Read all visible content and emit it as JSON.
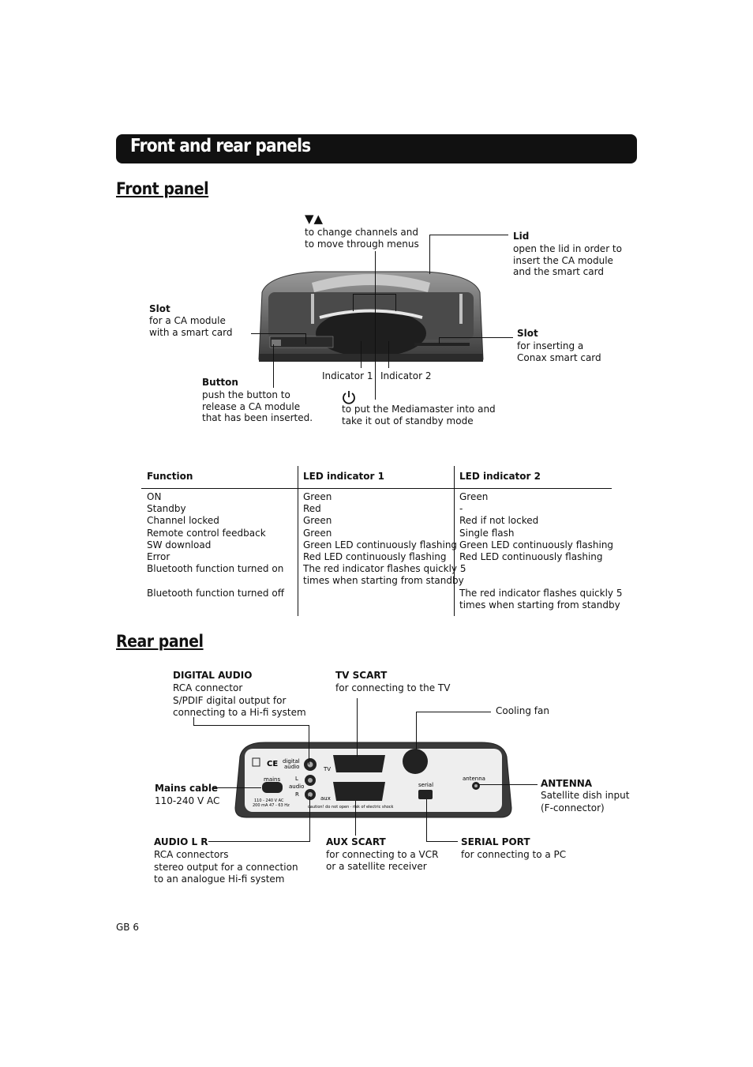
{
  "banner": {
    "title": "Front and rear panels"
  },
  "front": {
    "heading": "Front panel",
    "arrows_symbol": "▼▲",
    "arrows_text": "to change channels and\nto move through menus",
    "lid_title": "Lid",
    "lid_text": "open the lid in order to\ninsert the CA module\nand the smart card",
    "slot_left_title": "Slot",
    "slot_left_text": "for a CA module\nwith a smart card",
    "slot_right_title": "Slot",
    "slot_right_text": "for inserting a\nConax smart card",
    "button_title": "Button",
    "button_text": "push the button to\nrelease a CA module\nthat has been inserted.",
    "indicator1": "Indicator 1",
    "indicator2": "Indicator 2",
    "power_text": "to put the Mediamaster into and\ntake it out of standby mode"
  },
  "table": {
    "headers": [
      "Function",
      "LED indicator 1",
      "LED indicator 2"
    ],
    "col1": "ON\nStandby\nChannel locked\nRemote control feedback\nSW download\nError\nBluetooth function turned on\n\nBluetooth function turned off",
    "col2": "Green\nRed\nGreen\nGreen\nGreen LED continuously flashing\nRed LED continuously flashing\nThe red indicator flashes quickly 5\ntimes when starting from standby",
    "col3": "Green\n-\nRed if not locked\nSingle flash\nGreen LED continuously flashing\nRed LED continuously flashing\n\n\nThe red indicator flashes quickly 5\ntimes when starting from standby"
  },
  "rear": {
    "heading": "Rear panel",
    "digital_title": "DIGITAL AUDIO",
    "digital_text": "RCA connector\nS/PDIF digital output for\nconnecting to a Hi-fi system",
    "tvscart_title": "TV SCART",
    "tvscart_text": "for connecting to the TV",
    "fan_text": "Cooling fan",
    "mains_title": "Mains cable",
    "mains_text": "110-240 V AC",
    "antenna_title": "ANTENNA",
    "antenna_text": "Satellite dish input\n(F-connector)",
    "audio_title": "AUDIO L R",
    "audio_text": "RCA connectors\nstereo output for a connection\nto an analogue Hi-fi system",
    "aux_title": "AUX SCART",
    "aux_text": "for connecting to a VCR\nor a satellite receiver",
    "serial_title": "SERIAL PORT",
    "serial_text": "for connecting to a PC",
    "device_labels": {
      "digital": "digital\naudio",
      "tv": "TV",
      "l": "L",
      "audio": "audio",
      "r": "R",
      "mains": "mains",
      "rating": "110 - 240 V AC\n200 mA 47 - 63 Hz",
      "aux": "aux",
      "serial": "serial",
      "antenna": "antenna",
      "caution": "caution! do not open · risk of electric shock"
    }
  },
  "footer": {
    "page": "GB 6"
  }
}
